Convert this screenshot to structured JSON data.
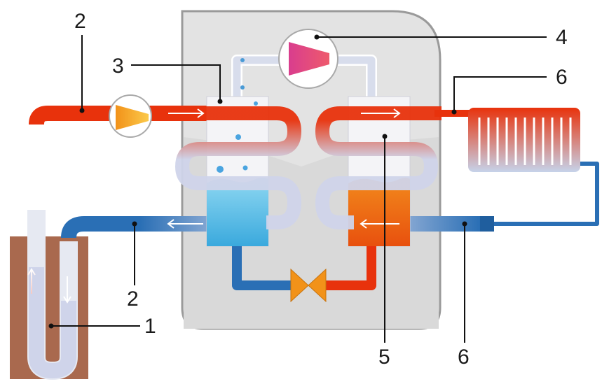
{
  "labels": {
    "ground_loop_1": "1",
    "pipe_top_2": "2",
    "pipe_bottom_2": "2",
    "evaporator_3": "3",
    "compressor_4": "4",
    "condenser_5": "5",
    "heating_top_6": "6",
    "heating_bottom_6": "6"
  },
  "colors": {
    "hot": "#e8320c",
    "cold": "#2a6fb5",
    "pale": "#cfd4ea",
    "housing": "#e3e3e3",
    "housing_border": "#9a9a9a",
    "ground": "#a9694e",
    "refrigerant_cold": "#5cc6ec",
    "refrigerant_hot": "#ef7415",
    "compressor": "#e0457c",
    "pump": "#f29219",
    "valve": "#f29219"
  },
  "icons": {
    "compressor": "compressor-icon",
    "pump": "pump-icon",
    "expansion_valve": "expansion-valve-icon",
    "radiator": "radiator-icon",
    "flow_arrow": "flow-arrow-icon"
  }
}
